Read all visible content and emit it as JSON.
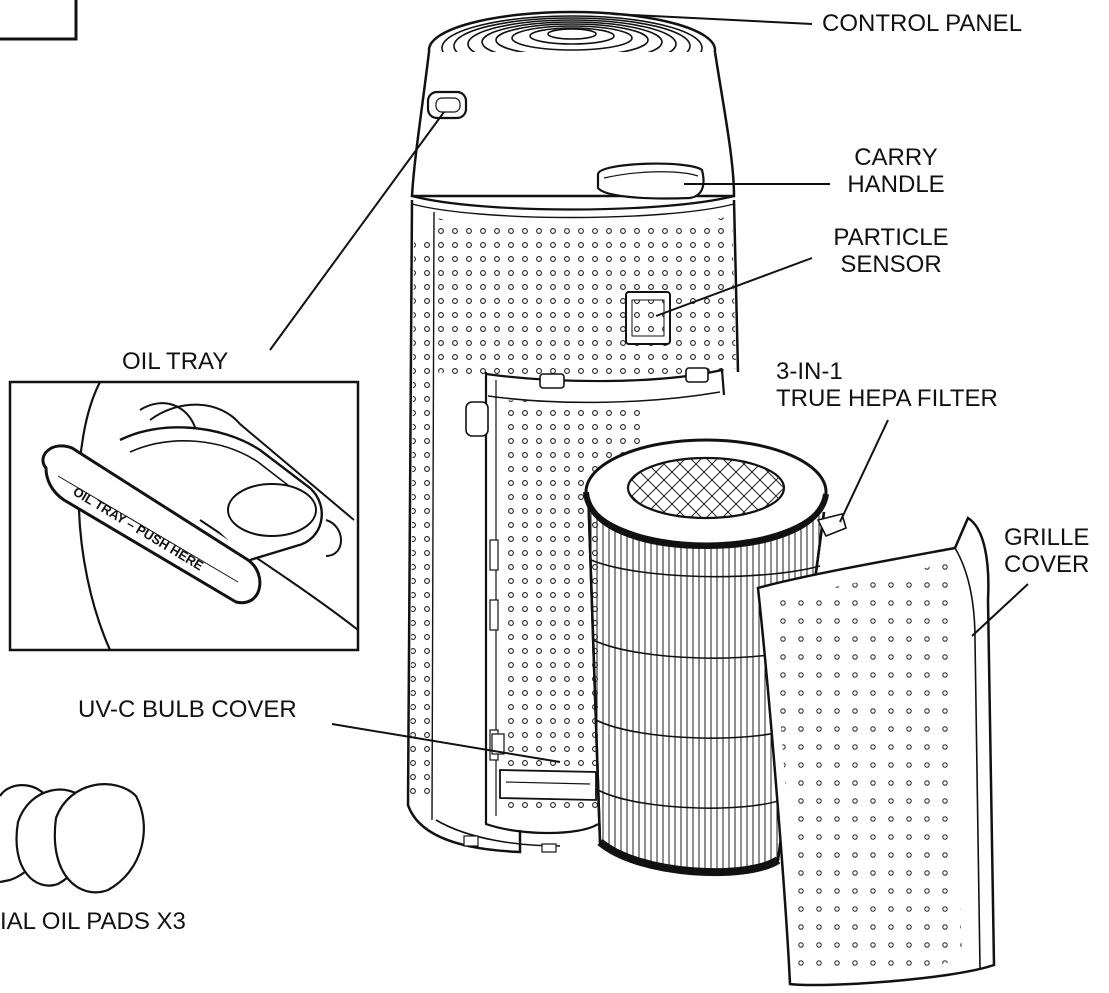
{
  "labels": {
    "control_panel": "CONTROL PANEL",
    "carry_handle": [
      "CARRY",
      "HANDLE"
    ],
    "particle_sensor": [
      "PARTICLE",
      "SENSOR"
    ],
    "oil_tray": "OIL TRAY",
    "hepa_filter": [
      "3-IN-1",
      "TRUE HEPA FILTER"
    ],
    "grille_cover": [
      "GRILLE",
      "COVER"
    ],
    "uvc_bulb_cover": "UV-C BULB COVER",
    "oil_pads": "IAL OIL PADS X3"
  },
  "inset_tray_text": "OIL TRAY – PUSH HERE"
}
